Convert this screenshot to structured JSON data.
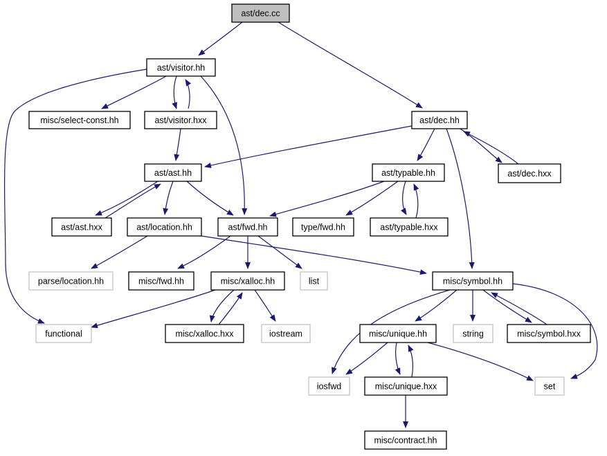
{
  "diagram": {
    "colors": {
      "edge": "#191970",
      "root_fill": "#bfbfbf",
      "external_border": "#bfbfbf",
      "node_border": "#000000"
    },
    "nodes": [
      {
        "id": "dec_cc",
        "label": "ast/dec.cc",
        "kind": "root"
      },
      {
        "id": "visitor_hh",
        "label": "ast/visitor.hh",
        "kind": "file"
      },
      {
        "id": "dec_hh",
        "label": "ast/dec.hh",
        "kind": "file"
      },
      {
        "id": "select_const_hh",
        "label": "misc/select-const.hh",
        "kind": "file"
      },
      {
        "id": "visitor_hxx",
        "label": "ast/visitor.hxx",
        "kind": "file"
      },
      {
        "id": "ast_hh",
        "label": "ast/ast.hh",
        "kind": "file"
      },
      {
        "id": "typable_hh",
        "label": "ast/typable.hh",
        "kind": "file"
      },
      {
        "id": "dec_hxx",
        "label": "ast/dec.hxx",
        "kind": "file"
      },
      {
        "id": "ast_hxx",
        "label": "ast/ast.hxx",
        "kind": "file"
      },
      {
        "id": "location_hh",
        "label": "ast/location.hh",
        "kind": "file"
      },
      {
        "id": "fwd_hh",
        "label": "ast/fwd.hh",
        "kind": "file"
      },
      {
        "id": "type_fwd_hh",
        "label": "type/fwd.hh",
        "kind": "file"
      },
      {
        "id": "typable_hxx",
        "label": "ast/typable.hxx",
        "kind": "file"
      },
      {
        "id": "parse_location_hh",
        "label": "parse/location.hh",
        "kind": "external"
      },
      {
        "id": "misc_fwd_hh",
        "label": "misc/fwd.hh",
        "kind": "file"
      },
      {
        "id": "xalloc_hh",
        "label": "misc/xalloc.hh",
        "kind": "file"
      },
      {
        "id": "list",
        "label": "list",
        "kind": "external"
      },
      {
        "id": "symbol_hh",
        "label": "misc/symbol.hh",
        "kind": "file"
      },
      {
        "id": "functional",
        "label": "functional",
        "kind": "external"
      },
      {
        "id": "xalloc_hxx",
        "label": "misc/xalloc.hxx",
        "kind": "file"
      },
      {
        "id": "iostream",
        "label": "iostream",
        "kind": "external"
      },
      {
        "id": "unique_hh",
        "label": "misc/unique.hh",
        "kind": "file"
      },
      {
        "id": "string",
        "label": "string",
        "kind": "external"
      },
      {
        "id": "symbol_hxx",
        "label": "misc/symbol.hxx",
        "kind": "file"
      },
      {
        "id": "iosfwd",
        "label": "iosfwd",
        "kind": "external"
      },
      {
        "id": "unique_hxx",
        "label": "misc/unique.hxx",
        "kind": "file"
      },
      {
        "id": "set",
        "label": "set",
        "kind": "external"
      },
      {
        "id": "contract_hh",
        "label": "misc/contract.hh",
        "kind": "file"
      }
    ],
    "edges": [
      {
        "from": "dec_cc",
        "to": "visitor_hh"
      },
      {
        "from": "dec_cc",
        "to": "dec_hh"
      },
      {
        "from": "visitor_hh",
        "to": "select_const_hh"
      },
      {
        "from": "visitor_hh",
        "to": "visitor_hxx"
      },
      {
        "from": "visitor_hh",
        "to": "functional"
      },
      {
        "from": "visitor_hh",
        "to": "fwd_hh"
      },
      {
        "from": "visitor_hxx",
        "to": "visitor_hh"
      },
      {
        "from": "visitor_hxx",
        "to": "ast_hh"
      },
      {
        "from": "dec_hh",
        "to": "ast_hh"
      },
      {
        "from": "dec_hh",
        "to": "typable_hh"
      },
      {
        "from": "dec_hh",
        "to": "dec_hxx"
      },
      {
        "from": "dec_hh",
        "to": "symbol_hh"
      },
      {
        "from": "dec_hxx",
        "to": "dec_hh"
      },
      {
        "from": "ast_hh",
        "to": "ast_hxx"
      },
      {
        "from": "ast_hh",
        "to": "location_hh"
      },
      {
        "from": "ast_hh",
        "to": "fwd_hh"
      },
      {
        "from": "ast_hxx",
        "to": "ast_hh"
      },
      {
        "from": "typable_hh",
        "to": "fwd_hh"
      },
      {
        "from": "typable_hh",
        "to": "type_fwd_hh"
      },
      {
        "from": "typable_hh",
        "to": "typable_hxx"
      },
      {
        "from": "typable_hxx",
        "to": "typable_hh"
      },
      {
        "from": "location_hh",
        "to": "parse_location_hh"
      },
      {
        "from": "location_hh",
        "to": "symbol_hh"
      },
      {
        "from": "fwd_hh",
        "to": "misc_fwd_hh"
      },
      {
        "from": "fwd_hh",
        "to": "xalloc_hh"
      },
      {
        "from": "fwd_hh",
        "to": "list"
      },
      {
        "from": "xalloc_hh",
        "to": "functional"
      },
      {
        "from": "xalloc_hh",
        "to": "xalloc_hxx"
      },
      {
        "from": "xalloc_hh",
        "to": "iostream"
      },
      {
        "from": "xalloc_hxx",
        "to": "xalloc_hh"
      },
      {
        "from": "symbol_hh",
        "to": "iosfwd"
      },
      {
        "from": "symbol_hh",
        "to": "unique_hh"
      },
      {
        "from": "symbol_hh",
        "to": "string"
      },
      {
        "from": "symbol_hh",
        "to": "symbol_hxx"
      },
      {
        "from": "symbol_hh",
        "to": "set"
      },
      {
        "from": "symbol_hxx",
        "to": "symbol_hh"
      },
      {
        "from": "unique_hh",
        "to": "iosfwd"
      },
      {
        "from": "unique_hh",
        "to": "unique_hxx"
      },
      {
        "from": "unique_hh",
        "to": "set"
      },
      {
        "from": "unique_hxx",
        "to": "unique_hh"
      },
      {
        "from": "unique_hxx",
        "to": "contract_hh"
      }
    ]
  }
}
